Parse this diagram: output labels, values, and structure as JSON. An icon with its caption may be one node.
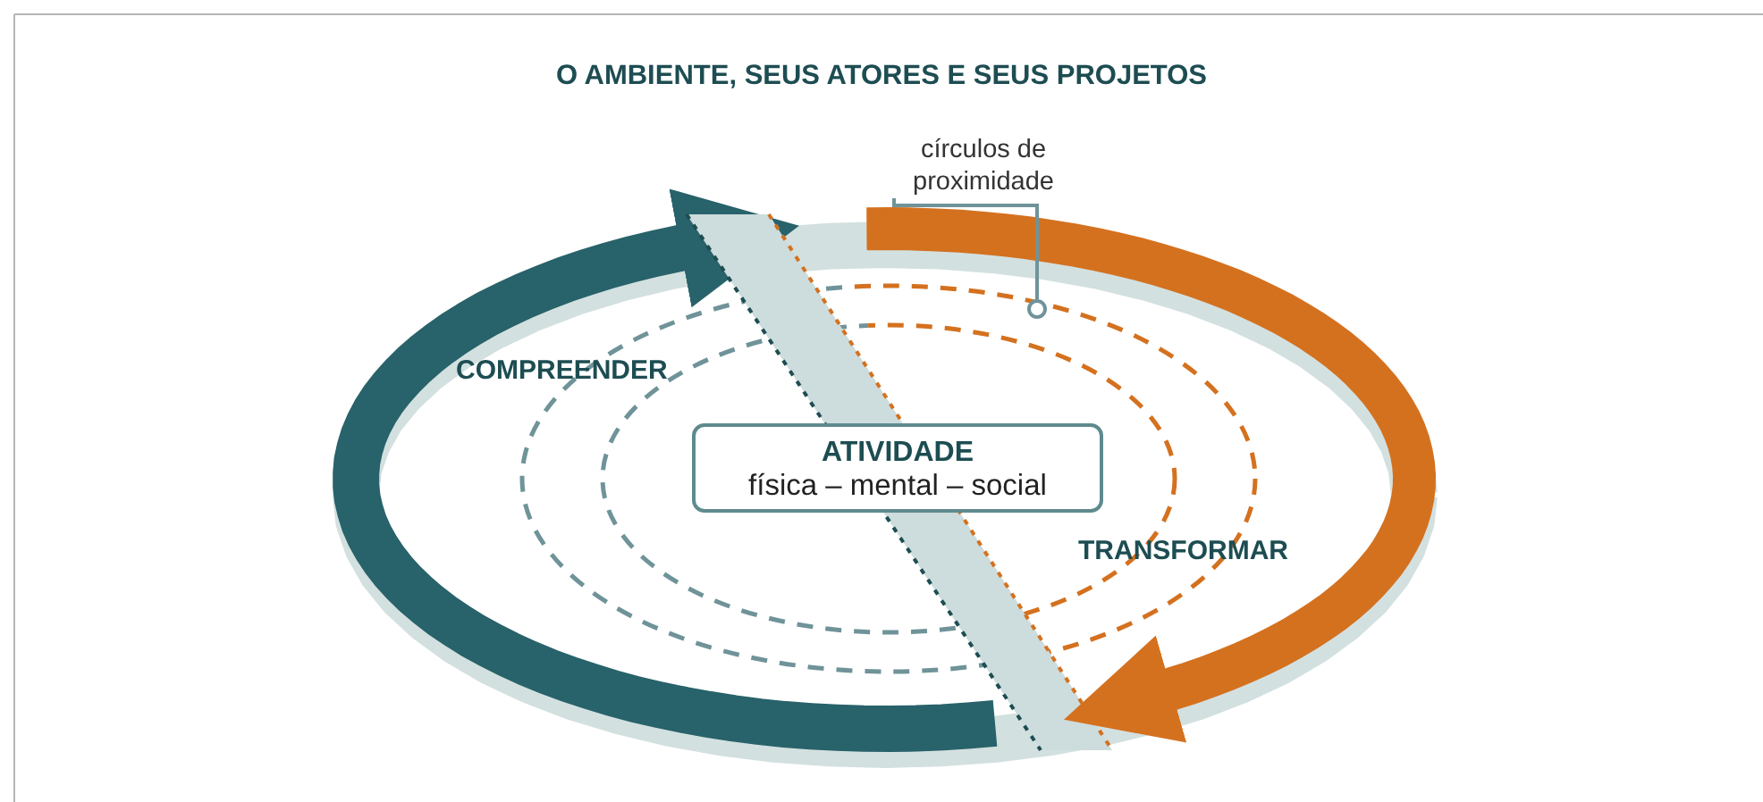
{
  "diagram": {
    "title": "O AMBIENTE, SEUS ATORES E SEUS PROJETOS",
    "nodes": [
      {
        "text": [
          "ATIVIDADE",
          "física – mental – social"
        ]
      },
      {
        "text": [
          "círculos de proximidade"
        ]
      },
      {
        "text": [],
        "shape": "circle"
      }
    ],
    "edges": [
      {
        "from": 1,
        "to": 2,
        "arrow": "none"
      }
    ],
    "labels": [
      "COMPREENDER",
      "TRANSFORMAR"
    ]
  }
}
